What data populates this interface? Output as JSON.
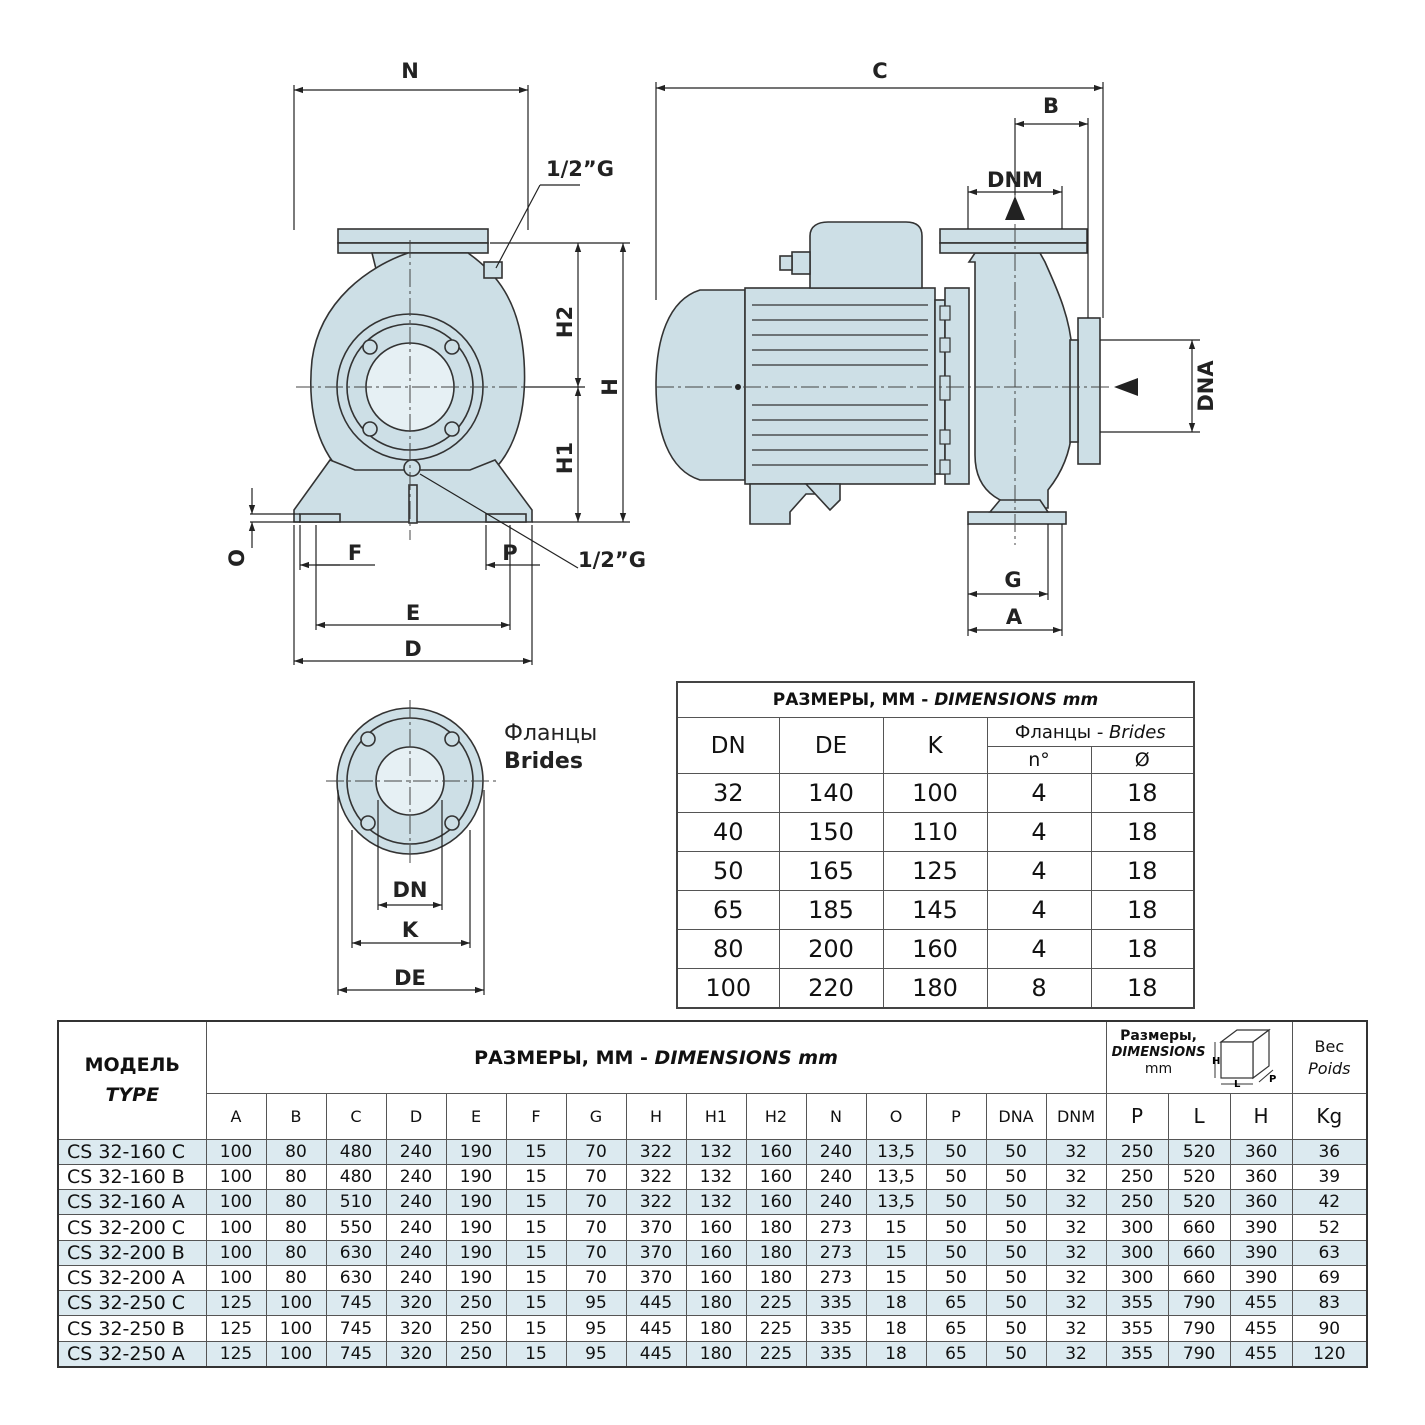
{
  "colors": {
    "pump_fill": "#cddfe6",
    "line": "#333333",
    "row_tint": "#dceaf0"
  },
  "drawing": {
    "dim_labels": {
      "N": "N",
      "C": "C",
      "B": "B",
      "DNM": "DNM",
      "thread_top": "1/2”G",
      "thread_bottom": "1/2”G",
      "H2": "H2",
      "H": "H",
      "H1": "H1",
      "DNA": "DNA",
      "O": "O",
      "F": "F",
      "P": "P",
      "E": "E",
      "D": "D",
      "G": "G",
      "A": "A",
      "DN": "DN",
      "K": "K",
      "DE": "DE"
    },
    "flange_caption": [
      "Фланцы",
      "Brides"
    ]
  },
  "flange_table": {
    "title": "РАЗМЕРЫ, ММ - ",
    "title_italic": "DIMENSIONS mm",
    "headers": [
      "DN",
      "DE",
      "K"
    ],
    "group_header": "Фланцы - ",
    "group_header_italic": "Brides",
    "sub_headers": [
      "n°",
      "Ø"
    ],
    "rows": [
      [
        "32",
        "140",
        "100",
        "4",
        "18"
      ],
      [
        "40",
        "150",
        "110",
        "4",
        "18"
      ],
      [
        "50",
        "165",
        "125",
        "4",
        "18"
      ],
      [
        "65",
        "185",
        "145",
        "4",
        "18"
      ],
      [
        "80",
        "200",
        "160",
        "4",
        "18"
      ],
      [
        "100",
        "220",
        "180",
        "8",
        "18"
      ]
    ]
  },
  "main_table": {
    "model_header": "МОДЕЛЬ",
    "model_header_italic": "TYPE",
    "dims_header": "РАЗМЕРЫ, ММ - ",
    "dims_header_italic": "DIMENSIONS mm",
    "packing_header": "Размеры,",
    "packing_header_italic": "DIMENSIONS",
    "packing_header_unit": "mm",
    "packing_box_labels": [
      "H",
      "L",
      "P"
    ],
    "weight_header": "Вес",
    "weight_header_italic": "Poids",
    "columns": [
      "A",
      "B",
      "C",
      "D",
      "E",
      "F",
      "G",
      "H",
      "H1",
      "H2",
      "N",
      "O",
      "P",
      "DNA",
      "DNM"
    ],
    "packing_columns": [
      "P",
      "L",
      "H"
    ],
    "weight_column": "Kg",
    "rows": [
      [
        "CS 32-160 C",
        "100",
        "80",
        "480",
        "240",
        "190",
        "15",
        "70",
        "322",
        "132",
        "160",
        "240",
        "13,5",
        "50",
        "50",
        "32",
        "250",
        "520",
        "360",
        "36"
      ],
      [
        "CS 32-160 B",
        "100",
        "80",
        "480",
        "240",
        "190",
        "15",
        "70",
        "322",
        "132",
        "160",
        "240",
        "13,5",
        "50",
        "50",
        "32",
        "250",
        "520",
        "360",
        "39"
      ],
      [
        "CS 32-160 A",
        "100",
        "80",
        "510",
        "240",
        "190",
        "15",
        "70",
        "322",
        "132",
        "160",
        "240",
        "13,5",
        "50",
        "50",
        "32",
        "250",
        "520",
        "360",
        "42"
      ],
      [
        "CS 32-200 C",
        "100",
        "80",
        "550",
        "240",
        "190",
        "15",
        "70",
        "370",
        "160",
        "180",
        "273",
        "15",
        "50",
        "50",
        "32",
        "300",
        "660",
        "390",
        "52"
      ],
      [
        "CS 32-200 B",
        "100",
        "80",
        "630",
        "240",
        "190",
        "15",
        "70",
        "370",
        "160",
        "180",
        "273",
        "15",
        "50",
        "50",
        "32",
        "300",
        "660",
        "390",
        "63"
      ],
      [
        "CS 32-200 A",
        "100",
        "80",
        "630",
        "240",
        "190",
        "15",
        "70",
        "370",
        "160",
        "180",
        "273",
        "15",
        "50",
        "50",
        "32",
        "300",
        "660",
        "390",
        "69"
      ],
      [
        "CS 32-250 C",
        "125",
        "100",
        "745",
        "320",
        "250",
        "15",
        "95",
        "445",
        "180",
        "225",
        "335",
        "18",
        "65",
        "50",
        "32",
        "355",
        "790",
        "455",
        "83"
      ],
      [
        "CS 32-250 B",
        "125",
        "100",
        "745",
        "320",
        "250",
        "15",
        "95",
        "445",
        "180",
        "225",
        "335",
        "18",
        "65",
        "50",
        "32",
        "355",
        "790",
        "455",
        "90"
      ],
      [
        "CS 32-250 A",
        "125",
        "100",
        "745",
        "320",
        "250",
        "15",
        "95",
        "445",
        "180",
        "225",
        "335",
        "18",
        "65",
        "50",
        "32",
        "355",
        "790",
        "455",
        "120"
      ]
    ]
  }
}
